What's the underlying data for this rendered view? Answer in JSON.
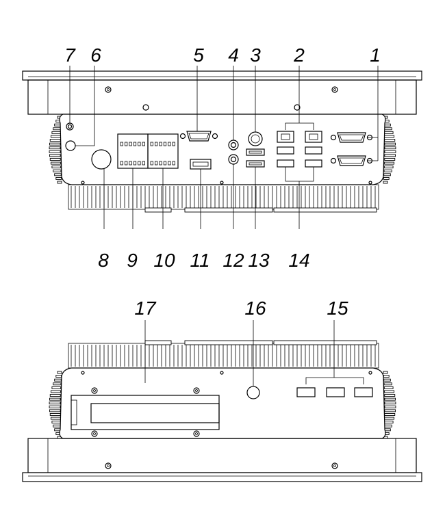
{
  "top_view_labels": [
    "1",
    "2",
    "3",
    "4",
    "5",
    "6",
    "7",
    "8",
    "9",
    "10",
    "11",
    "12",
    "13",
    "14"
  ],
  "bottom_view_labels": [
    "15",
    "16",
    "17"
  ]
}
